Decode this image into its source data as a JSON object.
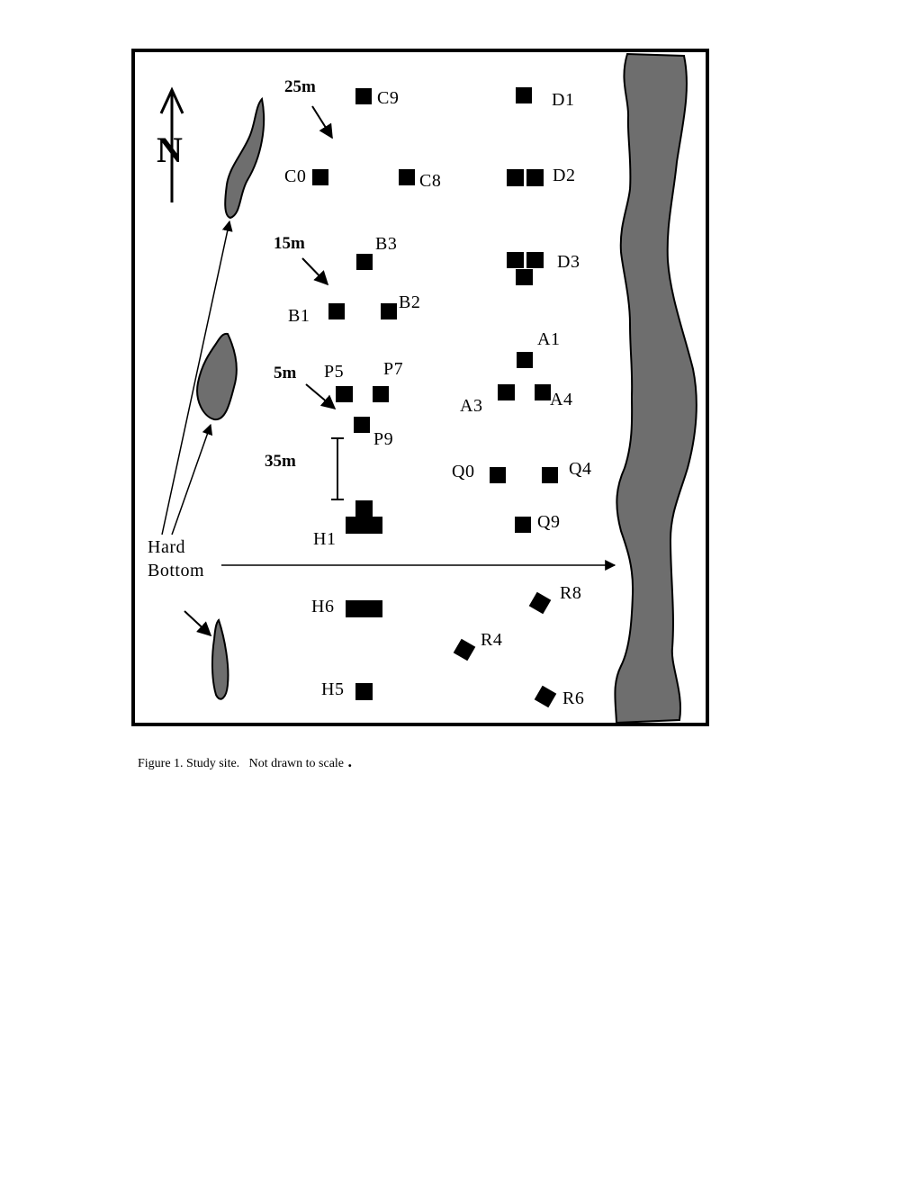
{
  "north_label": "N",
  "distance_labels": {
    "d25": "25m",
    "d15": "15m",
    "d5": "5m",
    "d35": "35m"
  },
  "hard_bottom": {
    "line1": "Hard",
    "line2": "Bottom"
  },
  "station_labels": {
    "C9": "C9",
    "C0": "C0",
    "C8": "C8",
    "D1": "D1",
    "D2": "D2",
    "D3": "D3",
    "B3": "B3",
    "B1": "B1",
    "B2": "B2",
    "P5": "P5",
    "P7": "P7",
    "P9": "P9",
    "A1": "A1",
    "A3": "A3",
    "A4": "A4",
    "Q0": "Q0",
    "Q4": "Q4",
    "Q9": "Q9",
    "H1": "H1",
    "H6": "H6",
    "H5": "H5",
    "R8": "R8",
    "R4": "R4",
    "R6": "R6"
  },
  "caption": "Figure 1. Study site.   Not drawn to scale",
  "colors": {
    "shoal": "#6e6e6e",
    "marker": "#000000",
    "frame": "#000000"
  }
}
